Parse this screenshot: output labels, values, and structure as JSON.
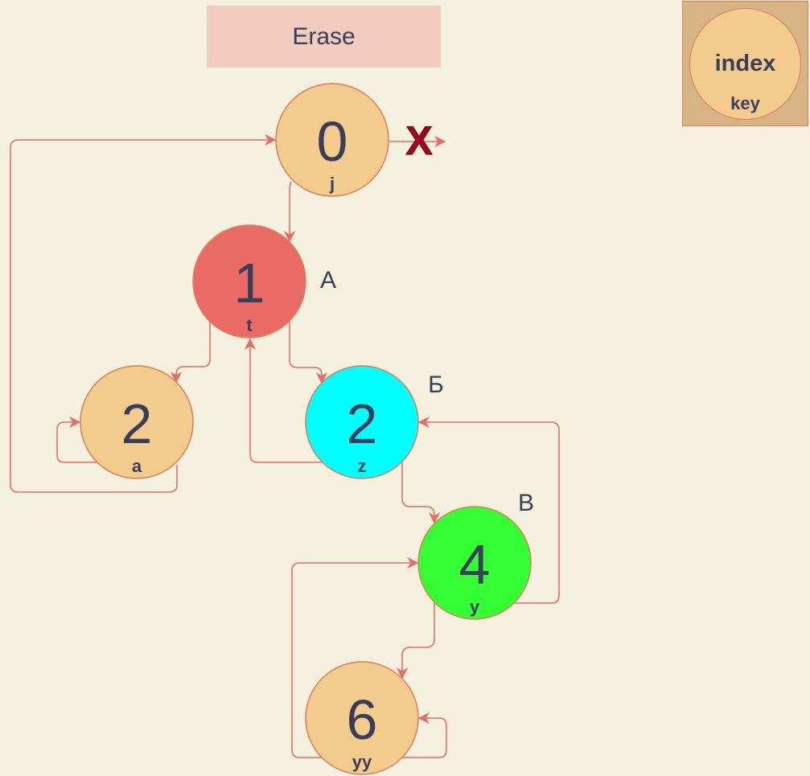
{
  "title": "Erase",
  "legend": {
    "index_label": "index",
    "key_label": "key"
  },
  "colors": {
    "background": "#f4f1de",
    "edge": "#ea6b66",
    "node_default": "#f2cb8d",
    "text": "#3b3e5b",
    "cross": "#a20025"
  },
  "nodes": [
    {
      "id": "n0",
      "index": "0",
      "key": "j",
      "color": "#f2cb8d",
      "tag": ""
    },
    {
      "id": "n1",
      "index": "1",
      "key": "t",
      "color": "#ea6b66",
      "tag": "А"
    },
    {
      "id": "n2a",
      "index": "2",
      "key": "a",
      "color": "#f2cb8d",
      "tag": ""
    },
    {
      "id": "n2z",
      "index": "2",
      "key": "z",
      "color": "#00ffff",
      "tag": "Б"
    },
    {
      "id": "n4",
      "index": "4",
      "key": "y",
      "color": "#33ff33",
      "tag": "В"
    },
    {
      "id": "n6",
      "index": "6",
      "key": "yy",
      "color": "#f2cb8d",
      "tag": ""
    }
  ],
  "edges": [
    {
      "from": "n0",
      "to": "n1"
    },
    {
      "from": "n2a",
      "to": "n0"
    },
    {
      "from": "n2a",
      "to": "n2a"
    },
    {
      "from": "n1",
      "to": "n2a"
    },
    {
      "from": "n1",
      "to": "n2z"
    },
    {
      "from": "n2z",
      "to": "n1"
    },
    {
      "from": "n2z",
      "to": "n4"
    },
    {
      "from": "n4",
      "to": "n2z"
    },
    {
      "from": "n4",
      "to": "n6"
    },
    {
      "from": "n6",
      "to": "n4"
    },
    {
      "from": "n6",
      "to": "n6"
    },
    {
      "from": "n0",
      "to": "erased"
    }
  ],
  "erased_mark": "X"
}
